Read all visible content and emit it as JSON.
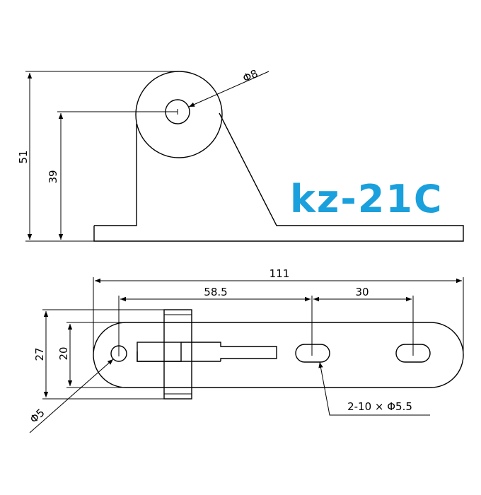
{
  "drawing": {
    "model": "kz-21C",
    "model_color": "#1aa0dc",
    "line_color": "#000000",
    "dims": {
      "total_height": "51",
      "hole_height": "39",
      "hole_diameter": "Φ8",
      "total_length": "111",
      "hole_spacing": "58.5",
      "slot_spacing": "30",
      "outer_width": "27",
      "inner_width": "20",
      "small_hole": "Φ5",
      "slots_callout": "2-10 × Φ5.5"
    }
  }
}
